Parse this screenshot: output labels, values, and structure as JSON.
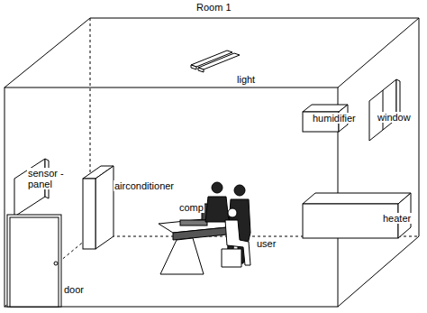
{
  "diagram": {
    "title": "Room 1",
    "labels": [
      "light",
      "sensor -panel",
      "airconditioner",
      "humidifier",
      "window",
      "comp",
      "heater",
      "user",
      "door"
    ]
  }
}
